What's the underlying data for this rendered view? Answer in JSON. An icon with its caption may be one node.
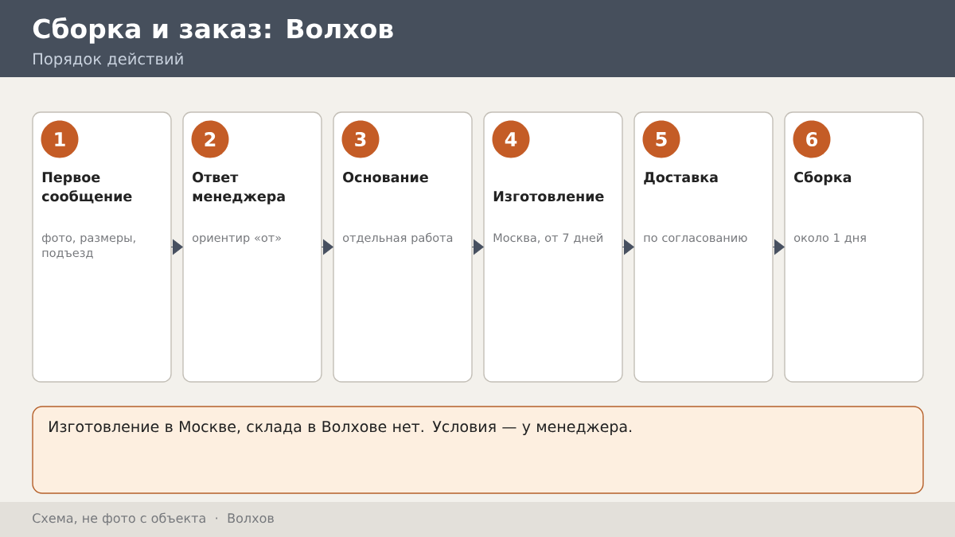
{
  "diagram": {
    "title": "Сборка и заказ: Волхов",
    "nodes": [
      {
        "text": [
          "Первое сообщение",
          "фото, размеры, подъезд"
        ]
      },
      {
        "text": [
          "1"
        ],
        "in": 0
      },
      {
        "text": [
          "Ответ менеджера",
          "ориентир «от»"
        ]
      },
      {
        "text": [
          "2"
        ],
        "in": 2
      },
      {
        "text": [
          "Основание",
          "отдельная работа"
        ]
      },
      {
        "text": [
          "3"
        ],
        "in": 4
      },
      {
        "text": [
          "Изготовление",
          "Москва, от 7 дней"
        ]
      },
      {
        "text": [
          "4"
        ],
        "in": 6
      },
      {
        "text": [
          "Доставка",
          "по согласованию"
        ]
      },
      {
        "text": [
          "5"
        ],
        "in": 8
      },
      {
        "text": [
          "Сборка",
          "около 1 дня"
        ]
      },
      {
        "text": [
          "6"
        ],
        "in": 10
      },
      {
        "text": [
          "Изготовление в Москве, склада в Волхове нет. Условия — у менеджера."
        ]
      }
    ],
    "edges": [
      {
        "from": 0,
        "to": 2,
        "arrow": "to"
      },
      {
        "from": 2,
        "to": 4,
        "arrow": "to"
      },
      {
        "from": 4,
        "to": 6,
        "arrow": "to"
      },
      {
        "from": 6,
        "to": 8,
        "arrow": "to"
      },
      {
        "from": 8,
        "to": 10,
        "arrow": "to"
      }
    ],
    "labels": [
      "Порядок действий",
      "Схема, не фото с объекта",
      "·",
      "Волхов"
    ]
  }
}
